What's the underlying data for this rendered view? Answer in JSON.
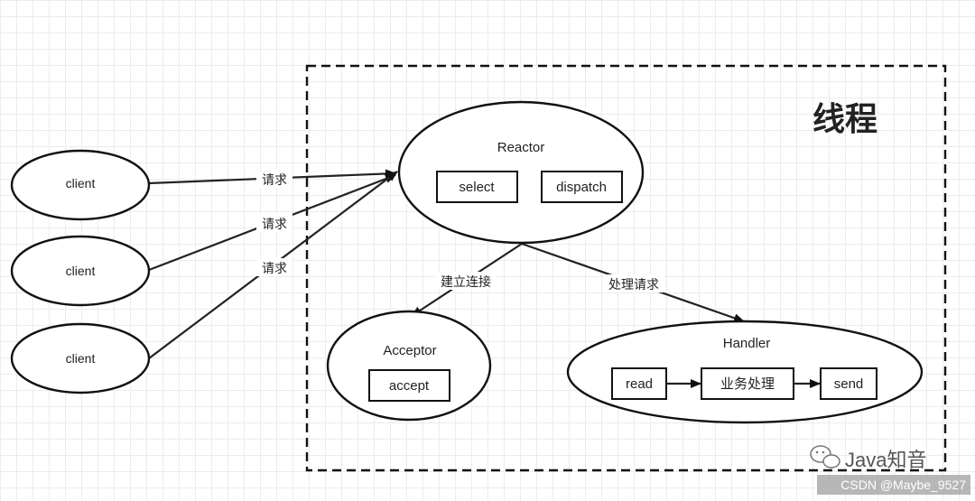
{
  "diagram": {
    "thread_label": "线程",
    "clients": [
      "client",
      "client",
      "client"
    ],
    "edge_labels": {
      "request": [
        "请求",
        "请求",
        "请求"
      ],
      "establish": "建立连接",
      "process": "处理请求"
    },
    "reactor": {
      "title": "Reactor",
      "select": "select",
      "dispatch": "dispatch"
    },
    "acceptor": {
      "title": "Acceptor",
      "accept": "accept"
    },
    "handler": {
      "title": "Handler",
      "read": "read",
      "business": "业务处理",
      "send": "send"
    }
  },
  "watermark": {
    "wechat": "Java知音",
    "csdn": "CSDN @Maybe_9527"
  },
  "icons": {
    "wechat_logo": "wechat-logo-icon"
  }
}
